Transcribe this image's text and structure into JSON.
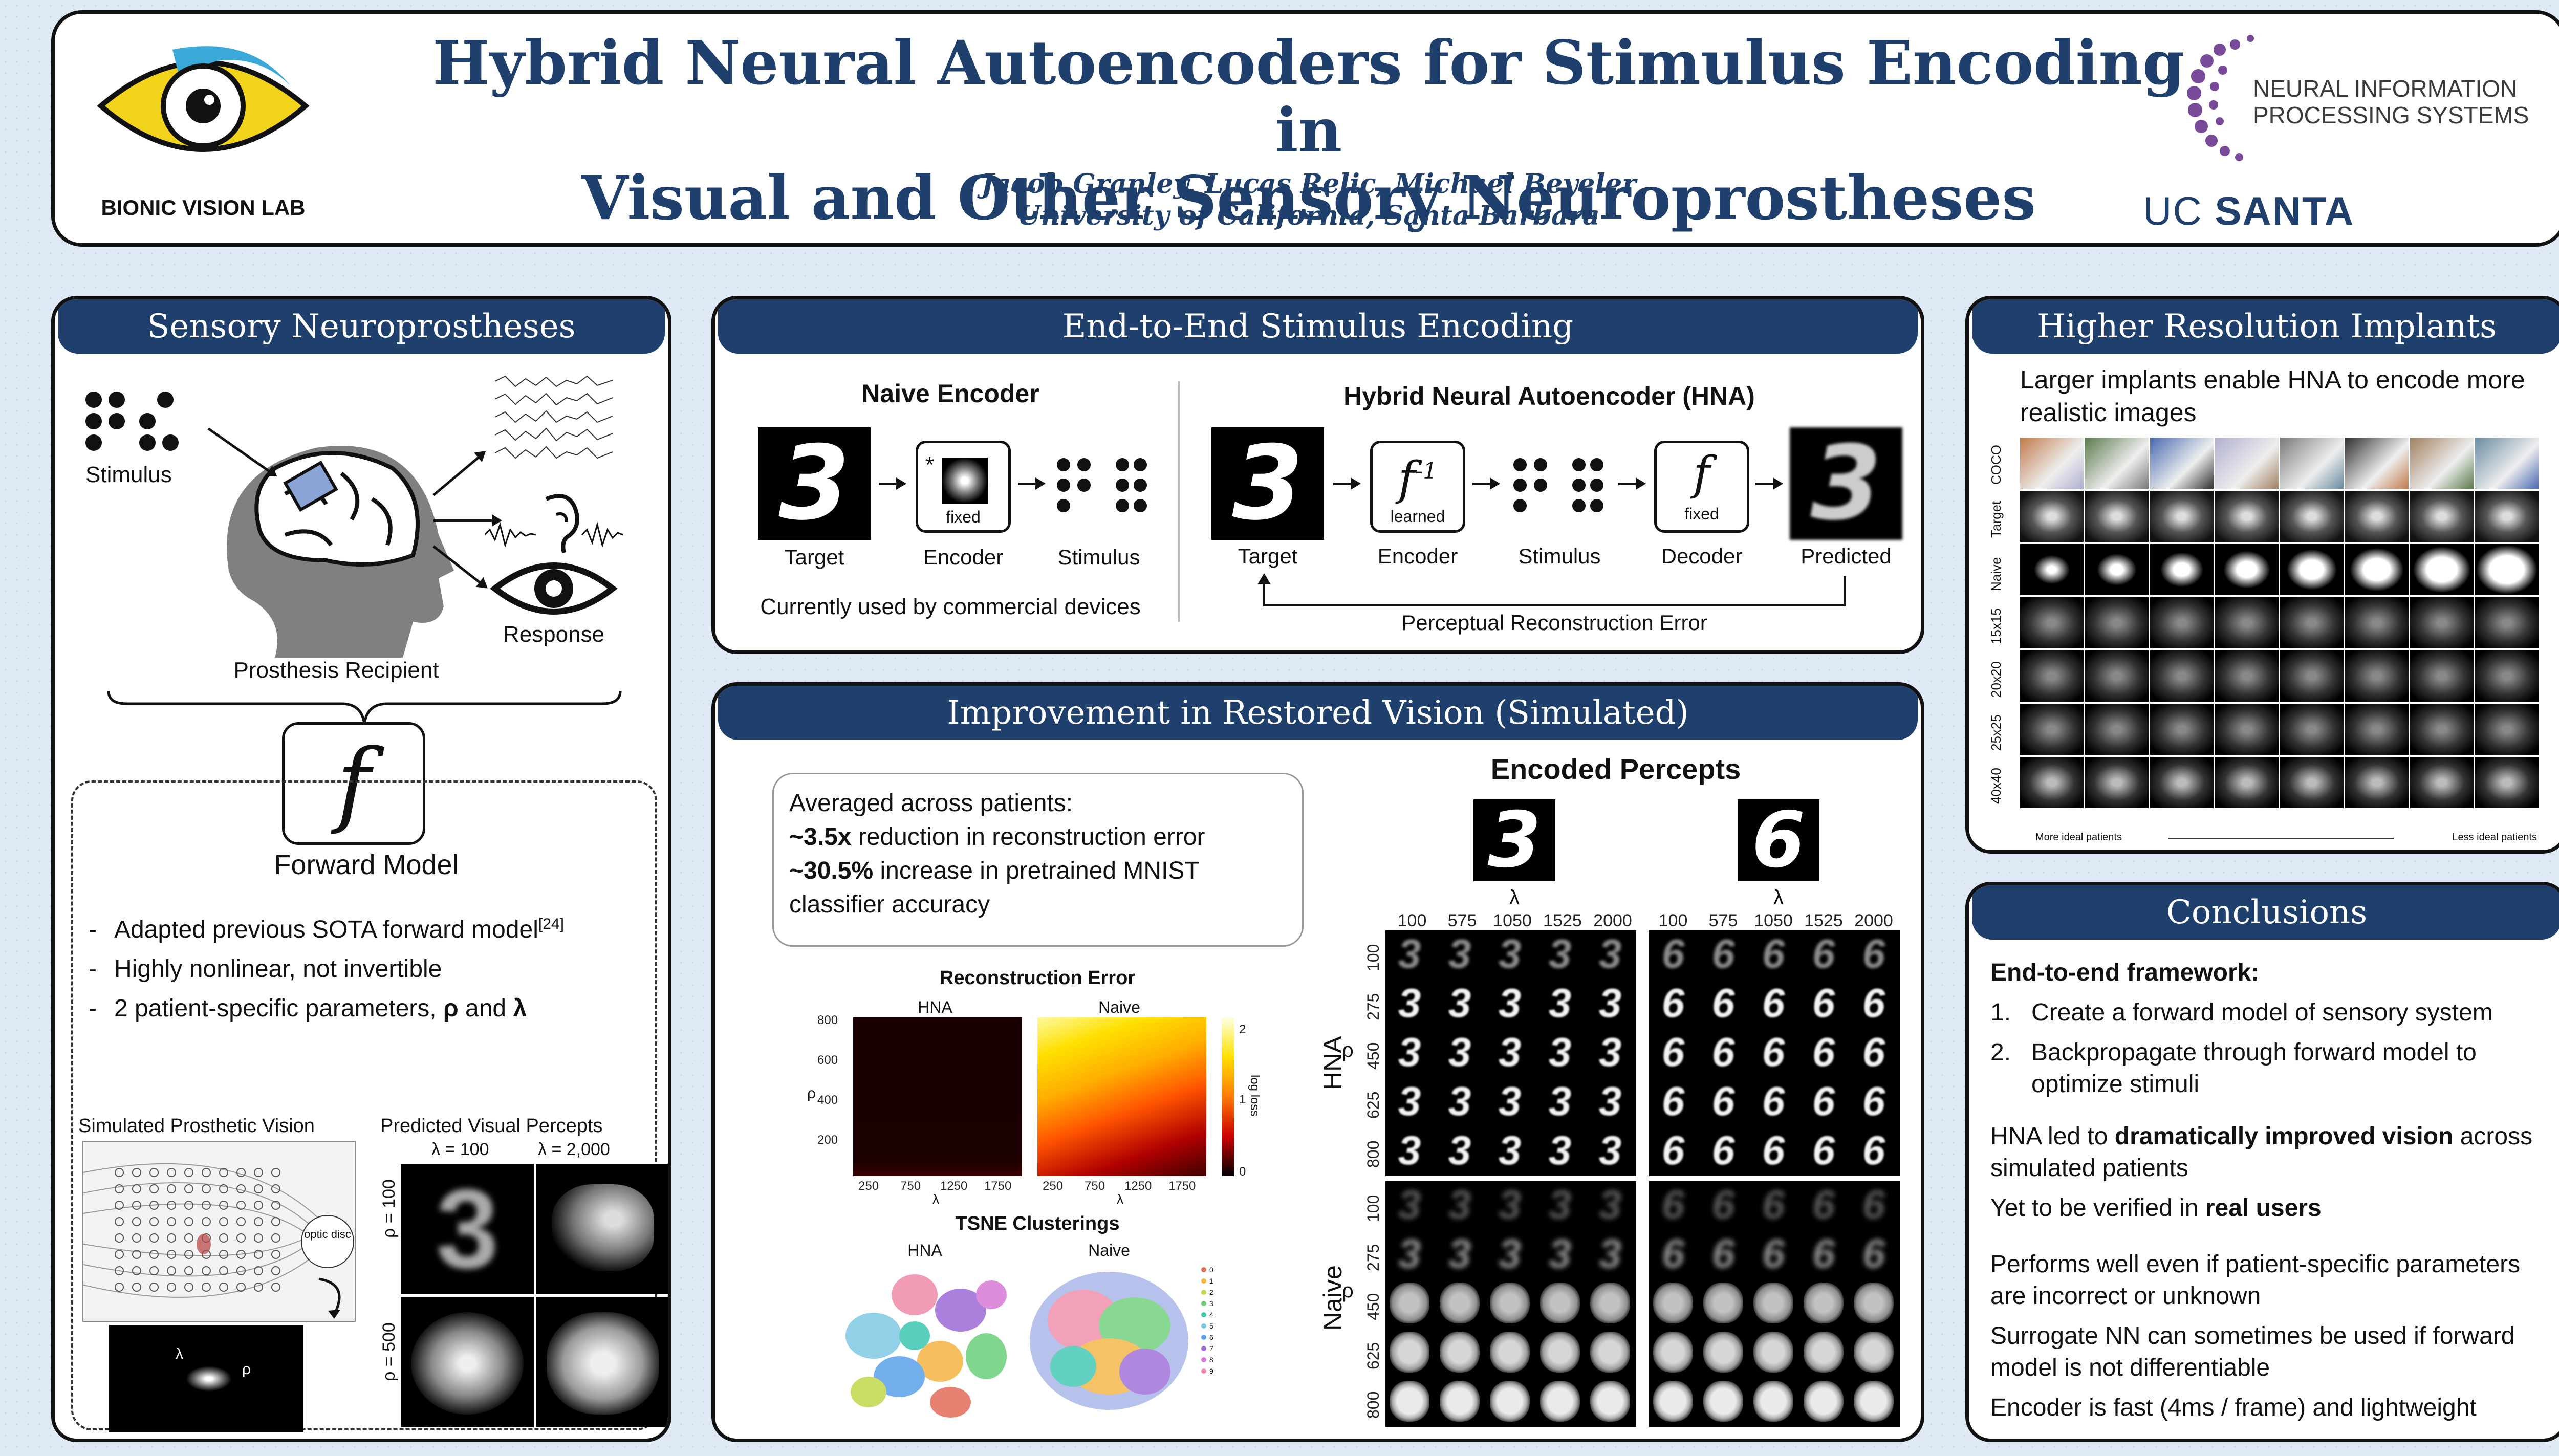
{
  "header": {
    "title_line1": "Hybrid Neural Autoencoders for Stimulus Encoding in",
    "title_line2": "Visual and Other Sensory Neuroprostheses",
    "authors": "Jacob Granley, Lucas Relic, Michael Beyeler",
    "affiliation": "University of California, Santa Barbara",
    "lab_name": "BIONIC VISION LAB",
    "neurips_line1": "NEURAL INFORMATION",
    "neurips_line2": "PROCESSING SYSTEMS",
    "ucsb_a": "UC ",
    "ucsb_b": "SANTA BARBARA"
  },
  "sensory": {
    "title": "Sensory Neuroprostheses",
    "stimulus": "Stimulus",
    "response": "Response",
    "recipient": "Prosthesis Recipient",
    "f": "f",
    "forward_model": "Forward Model",
    "bullet1": "Adapted previous SOTA forward model",
    "bullet1_ref": "[24]",
    "bullet2": "Highly nonlinear, not invertible",
    "bullet3_a": "2 patient-specific parameters, ",
    "rho": "ρ",
    "bullet3_and": " and ",
    "lambda": "λ",
    "spv": "Simulated Prosthetic Vision",
    "pvp": "Predicted Visual Percepts",
    "lam100": "λ = 100",
    "lam2000": "λ = 2,000",
    "rho100": "ρ = 100",
    "rho500": "ρ = 500",
    "optic_disc": "optic disc",
    "lam_small": "λ",
    "rho_small": "ρ",
    "digit_three": "3"
  },
  "e2e": {
    "title": "End-to-End Stimulus Encoding",
    "naive_title": "Naive Encoder",
    "hna_title": "Hybrid Neural Autoencoder (HNA)",
    "target": "Target",
    "encoder": "Encoder",
    "stimulus": "Stimulus",
    "decoder": "Decoder",
    "predicted": "Predicted",
    "fixed": "fixed",
    "learned": "learned",
    "star": "*",
    "finv": "f",
    "finv_sup": "-1",
    "f": "f",
    "commercial": "Currently used by commercial devices",
    "perceptual": "Perceptual Reconstruction Error",
    "digit": "3"
  },
  "improve": {
    "title": "Improvement in Restored Vision (Simulated)",
    "avg": "Averaged across patients:",
    "l1_b": "~3.5x",
    "l1_r": " reduction in reconstruction error",
    "l2_b": "~30.5%",
    "l2_r": " increase in pretrained MNIST classifier accuracy",
    "recon_title": "Reconstruction Error",
    "hna": "HNA",
    "naive": "Naive",
    "rho": "ρ",
    "lambda": "λ",
    "logloss": "log loss",
    "yticks": [
      "800",
      "600",
      "400",
      "200"
    ],
    "xticks": [
      "250",
      "750",
      "1250",
      "1750"
    ],
    "cbticks": [
      "2",
      "1",
      "0"
    ],
    "tsne_title": "TSNE Clusterings",
    "legend": [
      "0",
      "1",
      "2",
      "3",
      "4",
      "5",
      "6",
      "7",
      "8",
      "9"
    ],
    "encoded_title": "Encoded Percepts",
    "lam_cols": [
      "100",
      "575",
      "1050",
      "1525",
      "2000"
    ],
    "rho_rows": [
      "100",
      "275",
      "450",
      "625",
      "800"
    ],
    "digit3": "3",
    "digit6": "6"
  },
  "higher": {
    "title": "Higher Resolution Implants",
    "desc": "Larger implants enable HNA to encode more realistic images",
    "rows": [
      "COCO",
      "Target",
      "Naive",
      "15x15",
      "20x20",
      "25x25",
      "40x40"
    ],
    "more_ideal": "More ideal patients",
    "less_ideal": "Less ideal patients"
  },
  "conclusions": {
    "title": "Conclusions",
    "e2e": "End-to-end framework:",
    "i1": "Create a forward model of sensory system",
    "i2": "Backpropagate through forward model to optimize stimuli",
    "n1": "1.",
    "n2": "2.",
    "p1_a": "HNA led to ",
    "p1_b": "dramatically improved vision",
    "p1_c": " across simulated patients",
    "p2_a": "Yet to be verified in ",
    "p2_b": "real users",
    "p3": "Performs well even if patient-specific parameters are incorrect or unknown",
    "p4": "Surrogate NN can sometimes be used if forward model is not differentiable",
    "p5": "Encoder is fast (4ms / frame) and lightweight"
  }
}
